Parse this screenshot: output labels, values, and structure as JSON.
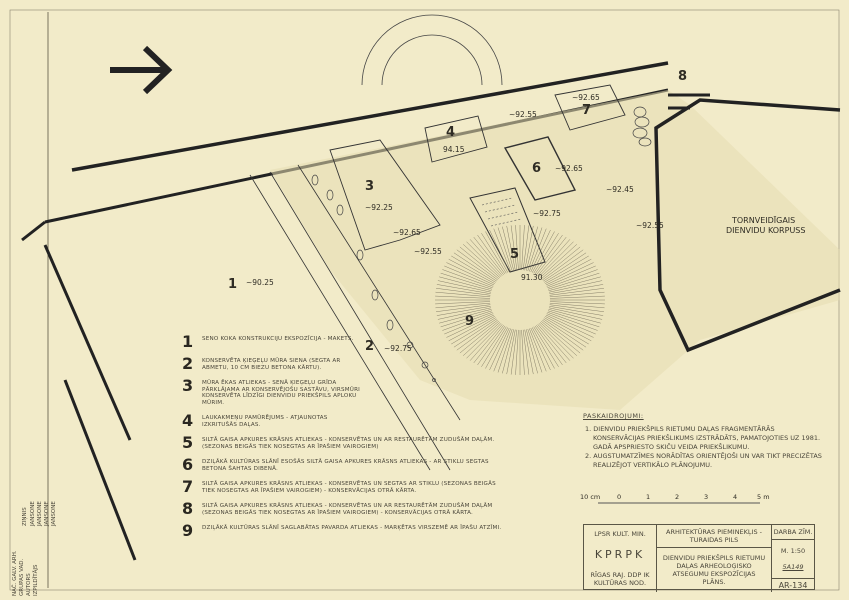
{
  "plan": {
    "building_label": [
      "TORNVEIDĪGAIS",
      "DIENVIDU KORPUSS"
    ],
    "item_numbers": [
      "1",
      "2",
      "3",
      "4",
      "5",
      "6",
      "7",
      "8",
      "9"
    ],
    "elevations": {
      "e1": "~90.25",
      "e2": "~92.75",
      "e3a": "~92.25",
      "e3b": "~92.65",
      "e3c": "~92.55",
      "e4": "94.15",
      "e_top": "~92.55",
      "e7": "~92.65",
      "e6": "~92.65",
      "e_right1": "~92.45",
      "e_right2": "~92.55",
      "e5": "~92.75",
      "e9": "91.30"
    }
  },
  "legend": [
    {
      "num": "1",
      "text": "Seno koka konstrukciju ekspozīcija - makets."
    },
    {
      "num": "2",
      "text": "Konservēta ķieģeļu mūra siena (segta ar abmetu, 10 cm biezu betona kārtu)."
    },
    {
      "num": "3",
      "text": "Mūra ēkas atliekas - senā ķieģeļu grīda pārklājama ar konservējošu sastāvu, virsmūri konservēta līdzīgi dienvidu priekšpils aploku mūrim."
    },
    {
      "num": "4",
      "text": "Laukakmeņu pamūrējums - atjaunotas izkritušās daļas."
    },
    {
      "num": "5",
      "text": "Siltā gaisa apkures krāsns atliekas - konservētas un ar restaurētām zudušām daļām. (Sezonas beigās tiek nosegtas ar īpašiem vairogiem)"
    },
    {
      "num": "6",
      "text": "Dziļākā kultūras slānī esošās siltā gaisa apkures krāsns atliekas - ar stiklu segtas betona šahtas dibenā."
    },
    {
      "num": "7",
      "text": "Siltā gaisa apkures krāsns atliekas - konservētas un segtas ar stiklu (sezonas beigās tiek nosegtas ar īpašiem vairogiem) - konservācijas otrā kārta."
    },
    {
      "num": "8",
      "text": "Siltā gaisa apkures krāsns atliekas - konservētas un ar restaurētām zudušām daļām (sezonas beigās tiek nosegtas ar īpašiem vairogiem) - konservācijas otrā kārta."
    },
    {
      "num": "9",
      "text": "Dziļākā kultūras slānī saglabātas pavarda atliekas - marķētas virszemē ar īpašu atzīmi."
    }
  ],
  "notes": {
    "heading": "Paskaidrojumi:",
    "items": [
      "1. Dienvidu priekšpils rietumu daļas fragmentārās konservācijas priekšlikums izstrādāts, pamatojoties uz 1981. gadā apspriesto skiču veida priekšlikumu.",
      "2. Augstumatzīmes norādītas orientējoši un var tikt precizētas realizējot vertikālo plānojumu."
    ]
  },
  "scale_bar": {
    "labels": [
      "10 cm",
      "0",
      "1",
      "2",
      "3",
      "4",
      "5 m"
    ]
  },
  "title_block": {
    "org1": "LPSR Kult. Min.",
    "org2": "KPRPK",
    "org3": "Rīgas raj. DDP IK kultūras nod.",
    "object": "Arhitektūras pieminekļis - Turaidas pils",
    "sheet_title": "Dienvidu priekšpils rietumu daļas arheoloģisko atsegumu ekspozīcijas plāns.",
    "col_head": "Darba zīm.",
    "scale": "M. 1:50",
    "number": "5A149",
    "code": "AR-134"
  },
  "side_stamp": {
    "roles": [
      "Nač. galv. arh.",
      "Grupas vad.",
      "Autors",
      "Izpildītājs"
    ],
    "head": "Ziņnis",
    "names": [
      "Jansone",
      "Jansone",
      "Jansone",
      "Jansone"
    ]
  },
  "colors": {
    "paper": "#f2ebc9",
    "ink": "#2f2c24"
  }
}
